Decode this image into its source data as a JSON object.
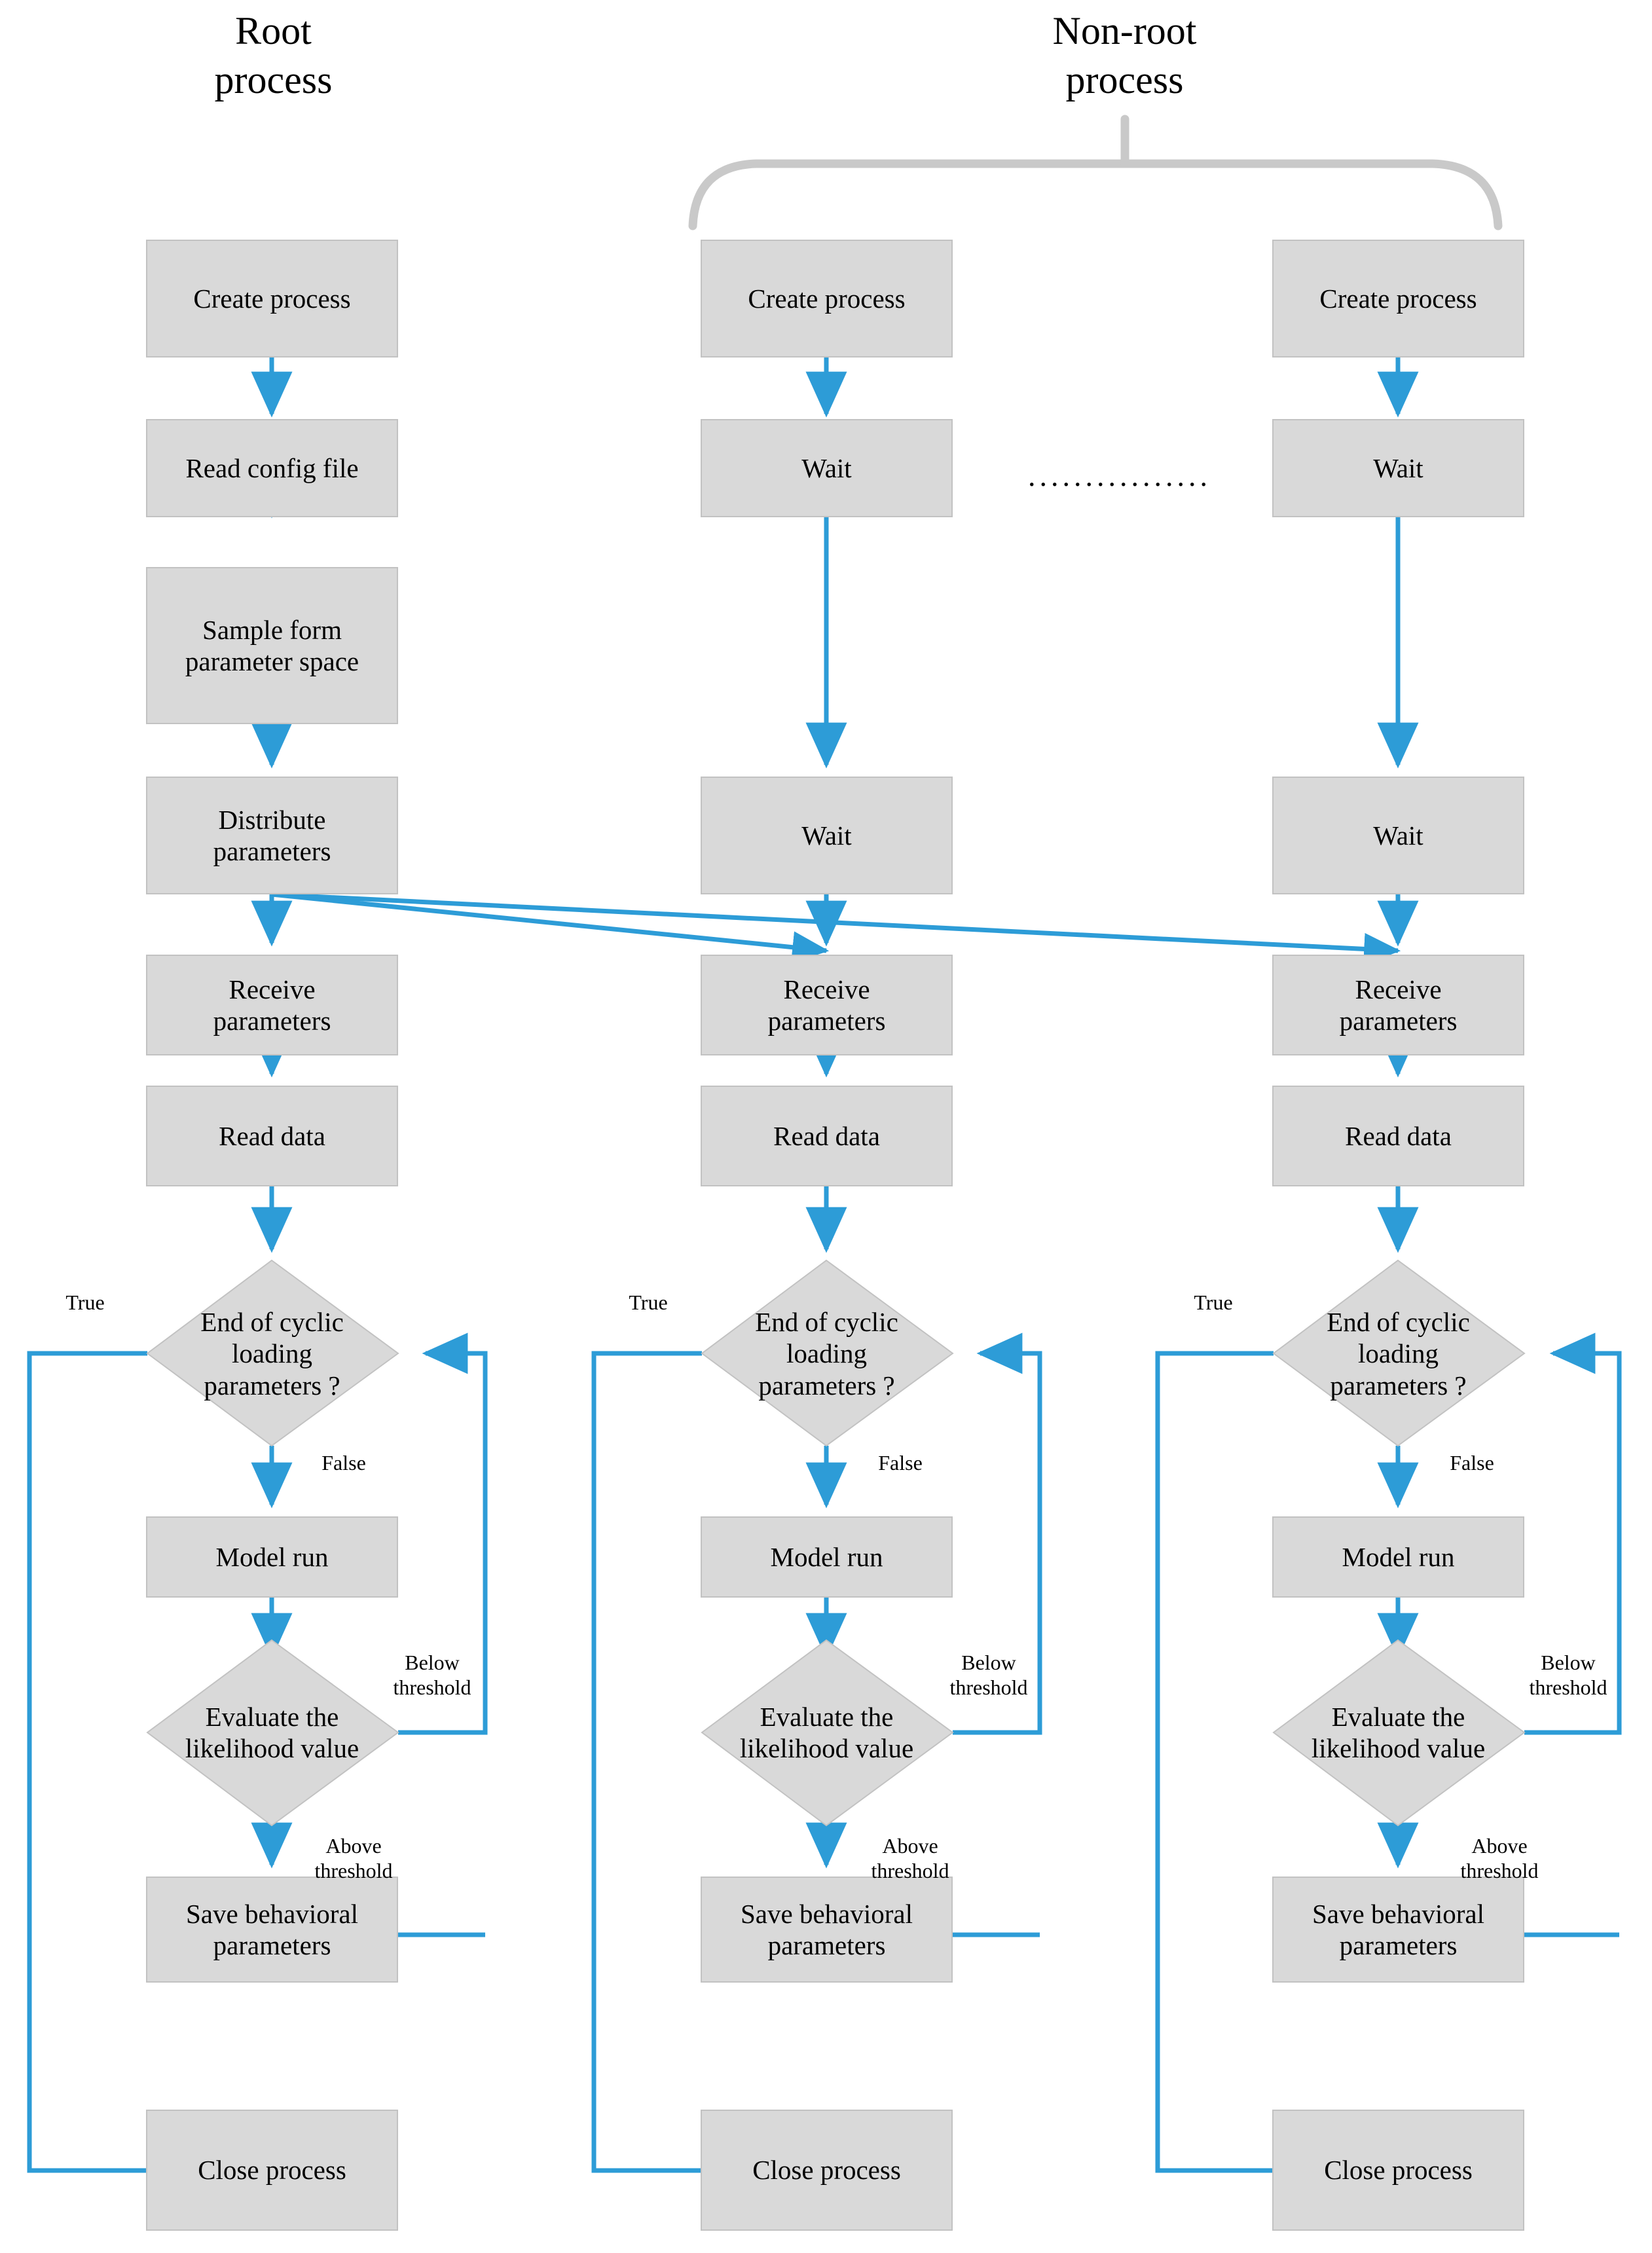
{
  "diagram": {
    "title_left": "Root\nprocess",
    "title_right": "Non-root\nprocess",
    "ellipsis": "................",
    "colors": {
      "node_fill": "#d9d9d9",
      "node_border": "#c2c2c2",
      "arrow": "#2d9cd7",
      "bracket": "#c9c9c9",
      "text": "#000000",
      "background": "#ffffff"
    },
    "columns": [
      {
        "id": "root",
        "title": "Root process",
        "nodes": [
          {
            "id": "create",
            "kind": "box",
            "label": "Create process"
          },
          {
            "id": "readcfg",
            "kind": "box",
            "label": "Read config file"
          },
          {
            "id": "sample",
            "kind": "box",
            "label": "Sample form parameter space"
          },
          {
            "id": "distrib",
            "kind": "box",
            "label": "Distribute parameters"
          },
          {
            "id": "receive",
            "kind": "box",
            "label": "Receive parameters"
          },
          {
            "id": "readdata",
            "kind": "box",
            "label": "Read data"
          },
          {
            "id": "endcyc",
            "kind": "diamond",
            "label": "End of cyclic loading parameters ?"
          },
          {
            "id": "modelrun",
            "kind": "box",
            "label": "Model run"
          },
          {
            "id": "evaluate",
            "kind": "diamond",
            "label": "Evaluate the likelihood value"
          },
          {
            "id": "savebeh",
            "kind": "box",
            "label": "Save behavioral parameters"
          },
          {
            "id": "close",
            "kind": "box",
            "label": "Close process"
          }
        ],
        "edge_labels": {
          "true": "True",
          "false": "False",
          "below": "Below threshold",
          "above": "Above threshold"
        }
      },
      {
        "id": "nonroot-1",
        "title": "Non-root process",
        "nodes": [
          {
            "id": "create",
            "kind": "box",
            "label": "Create process"
          },
          {
            "id": "wait1",
            "kind": "box",
            "label": "Wait"
          },
          {
            "id": "wait2",
            "kind": "box",
            "label": "Wait"
          },
          {
            "id": "receive",
            "kind": "box",
            "label": "Receive parameters"
          },
          {
            "id": "readdata",
            "kind": "box",
            "label": "Read data"
          },
          {
            "id": "endcyc",
            "kind": "diamond",
            "label": "End of cyclic loading parameters ?"
          },
          {
            "id": "modelrun",
            "kind": "box",
            "label": "Model run"
          },
          {
            "id": "evaluate",
            "kind": "diamond",
            "label": "Evaluate the likelihood value"
          },
          {
            "id": "savebeh",
            "kind": "box",
            "label": "Save behavioral parameters"
          },
          {
            "id": "close",
            "kind": "box",
            "label": "Close process"
          }
        ],
        "edge_labels": {
          "true": "True",
          "false": "False",
          "below": "Below threshold",
          "above": "Above threshold"
        }
      },
      {
        "id": "nonroot-n",
        "title": "Non-root process",
        "nodes": [
          {
            "id": "create",
            "kind": "box",
            "label": "Create process"
          },
          {
            "id": "wait1",
            "kind": "box",
            "label": "Wait"
          },
          {
            "id": "wait2",
            "kind": "box",
            "label": "Wait"
          },
          {
            "id": "receive",
            "kind": "box",
            "label": "Receive parameters"
          },
          {
            "id": "readdata",
            "kind": "box",
            "label": "Read data"
          },
          {
            "id": "endcyc",
            "kind": "diamond",
            "label": "End of cyclic loading parameters ?"
          },
          {
            "id": "modelrun",
            "kind": "box",
            "label": "Model run"
          },
          {
            "id": "evaluate",
            "kind": "diamond",
            "label": "Evaluate the likelihood value"
          },
          {
            "id": "savebeh",
            "kind": "box",
            "label": "Save behavioral parameters"
          },
          {
            "id": "close",
            "kind": "box",
            "label": "Close process"
          }
        ],
        "edge_labels": {
          "true": "True",
          "false": "False",
          "below": "Below threshold",
          "above": "Above threshold"
        }
      }
    ],
    "labels": {
      "create_process": "Create process",
      "read_config_file": "Read config file",
      "sample_form_l1": "Sample form",
      "sample_form_l2": "parameter space",
      "distribute_l1": "Distribute",
      "distribute_l2": "parameters",
      "wait": "Wait",
      "receive_l1": "Receive",
      "receive_l2": "parameters",
      "read_data": "Read data",
      "endcyc_l1": "End of cyclic",
      "endcyc_l2": "loading",
      "endcyc_l3": "parameters ?",
      "model_run": "Model run",
      "evaluate_l1": "Evaluate the",
      "evaluate_l2": "likelihood value",
      "save_l1": "Save behavioral",
      "save_l2": "parameters",
      "close_process": "Close process",
      "true": "True",
      "false": "False",
      "below_l1": "Below",
      "below_l2": "threshold",
      "above_l1": "Above",
      "above_l2": "threshold",
      "root_title_l1": "Root",
      "root_title_l2": "process",
      "nonroot_title_l1": "Non-root",
      "nonroot_title_l2": "process"
    }
  }
}
